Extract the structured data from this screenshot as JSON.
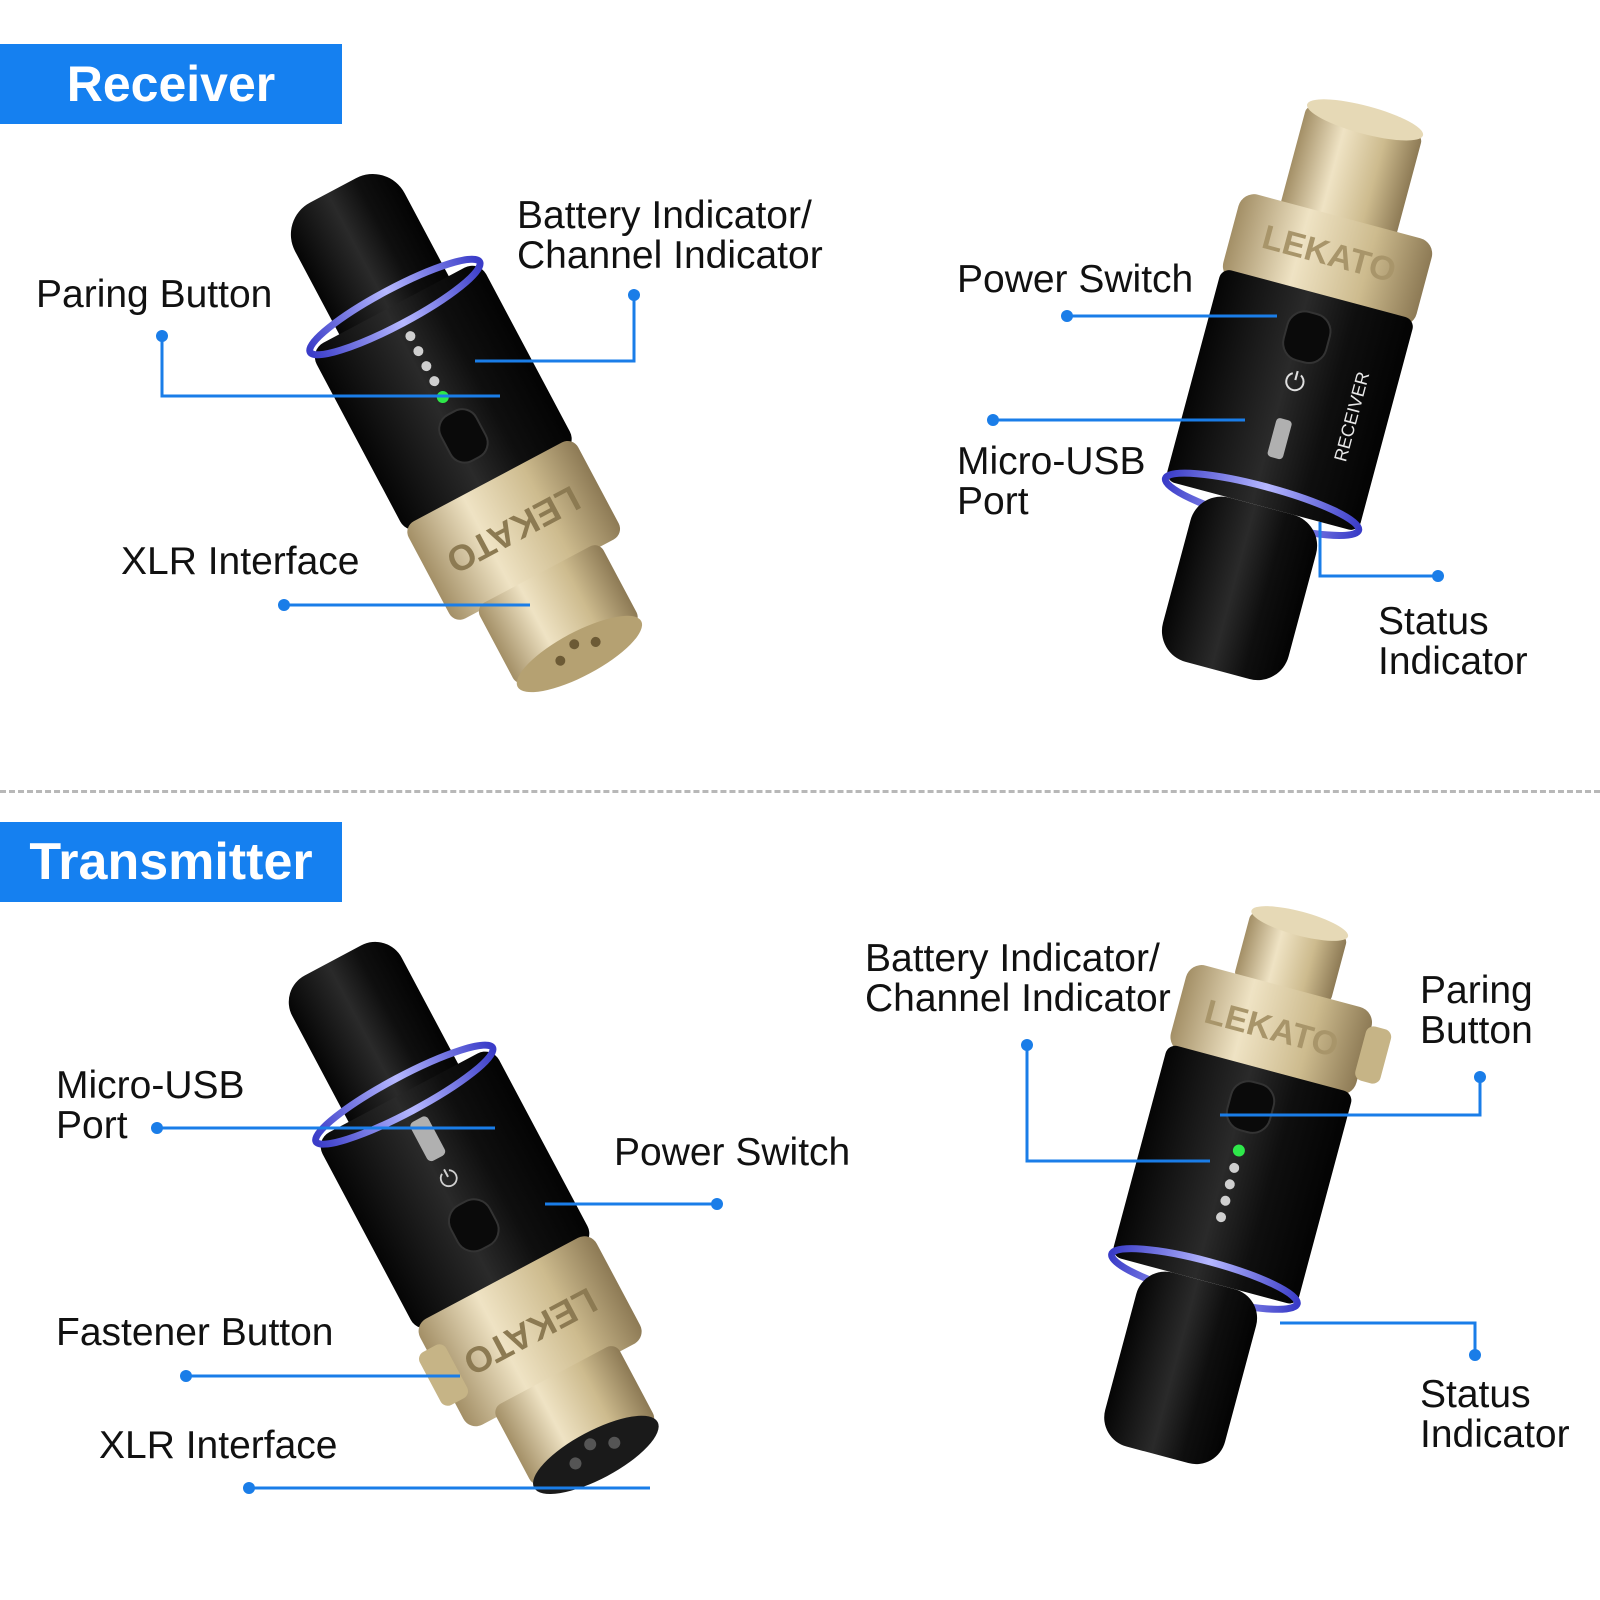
{
  "sections": {
    "receiver": "Receiver",
    "transmitter": "Transmitter"
  },
  "receiver": {
    "left": {
      "paring_button": "Paring Button",
      "indicator_line1": "Battery Indicator/",
      "indicator_line2": "Channel Indicator",
      "xlr_interface": "XLR Interface",
      "brand": "LEKATO"
    },
    "right": {
      "power_switch": "Power Switch",
      "usb_line1": "Micro-USB",
      "usb_line2": "Port",
      "status_line1": "Status",
      "status_line2": "Indicator",
      "brand": "LEKATO",
      "model": "RECEIVER"
    }
  },
  "transmitter": {
    "left": {
      "usb_line1": "Micro-USB",
      "usb_line2": "Port",
      "power_switch": "Power Switch",
      "fastener_button": "Fastener Button",
      "xlr_interface": "XLR Interface",
      "brand": "LEKATO"
    },
    "right": {
      "indicator_line1": "Battery Indicator/",
      "indicator_line2": "Channel Indicator",
      "paring_line1": "Paring",
      "paring_line2": "Button",
      "status_line1": "Status",
      "status_line2": "Indicator",
      "brand": "LEKATO"
    }
  },
  "colors": {
    "accent": "#1580f0",
    "callout": "#1a7de8",
    "body_black": "#141414",
    "gold": "#d9c9a0",
    "led_green": "#2ee84a",
    "ring_blue": "#6a6cff"
  }
}
